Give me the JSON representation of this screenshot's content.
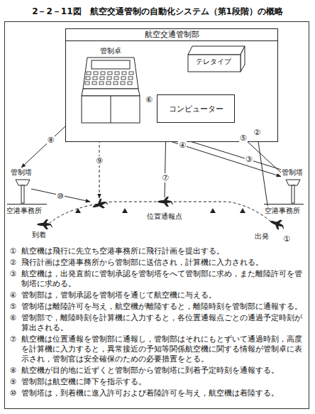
{
  "diagram": {
    "title": "2－2－11図　航空交通管制の自動化システム（第1段階）の概略",
    "nodes": [
      {
        "text": [
          "航空交通管制部"
        ]
      },
      {
        "text": [
          "管制卓"
        ],
        "in": 0
      },
      {
        "text": [
          "テレタイプ"
        ],
        "in": 0
      },
      {
        "text": [
          "コンピューター"
        ],
        "in": 0
      },
      {
        "text": [
          "管制塔"
        ]
      },
      {
        "text": [
          "空港事務所"
        ]
      },
      {
        "text": [
          "管制塔"
        ]
      },
      {
        "text": [
          "空港事務所"
        ]
      }
    ],
    "edges": [
      {
        "from": 2,
        "to": 3,
        "arrow": "to"
      },
      {
        "from": 3,
        "to": 1,
        "label": "⑥",
        "arrow": "to"
      },
      {
        "from": 7,
        "to": 2,
        "label": "②",
        "arrow": "to"
      },
      {
        "from": 6,
        "to": 3,
        "label": "⑤",
        "arrow": "to"
      },
      {
        "from": 6,
        "to": 1,
        "label": "③",
        "arrow": "to"
      },
      {
        "from": 1,
        "to": 6,
        "label": "④",
        "arrow": "to"
      },
      {
        "from": 1,
        "to": 4,
        "label": "⑧",
        "arrow": "to"
      }
    ],
    "labels": [
      "①",
      "⑦",
      "⑨",
      "⑩",
      "到着",
      "出発",
      "位置通報点",
      "①",
      "航空機は飛行に先立ち空港事務所に飛行計画を提出する。",
      "②",
      "飛行計画は空港事務所から管制部に送信され，計算機に入力される。",
      "③",
      "航空機は，出発直前に管制承認を管制塔をへて管制部に求め，また離陸許可を管制塔に求める。",
      "④",
      "管制部は，管制承認を管制塔を通じて航空機に与える。",
      "⑤",
      "管制塔は離陸許可を与え，航空機が離陸すると，離陸時刻を管制部に通報する。",
      "⑥",
      "管制部で，離陸時刻を計算機に入力すると，各位置通報点ごとの通過予定時刻が算出される。",
      "⑦",
      "航空機は位置通報を管制部に通報し，管制部はそれにもとずいて通過時刻，高度を計算機に入力すると，異常接近の予知等関係航空機に関する情報が管制卓に表示され，管制官は安全確保のための必要措置をとる。",
      "⑧",
      "航空機が目的地に近ずくと管制部から管制塔に到着予定時刻を通報する。",
      "⑨",
      "管制部は航空機に降下を指示する。",
      "⑩",
      "管制塔は，到着機に進入許可および着陸許可を与え，航空機は着陸する。"
    ]
  }
}
